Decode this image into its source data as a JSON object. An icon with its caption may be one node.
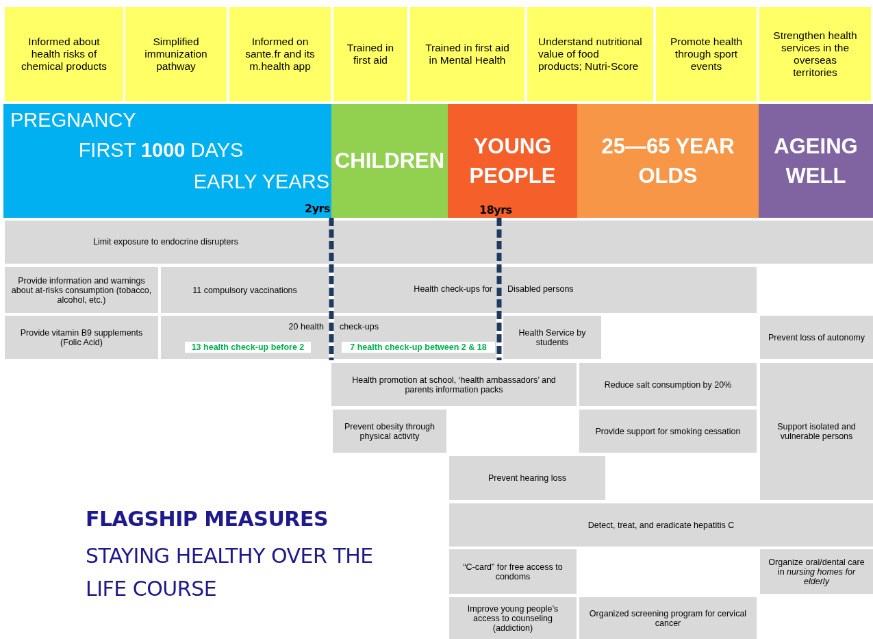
{
  "diagram": {
    "title": "FLAGSHIP MEASURES",
    "nodes": [
      {
        "text": [
          "Informed about health risks of chemical products"
        ]
      },
      {
        "text": [
          "Simplified immunization pathway"
        ]
      },
      {
        "text": [
          "Informed on sante.fr and its m.health app"
        ]
      },
      {
        "text": [
          "Trained in first aid"
        ]
      },
      {
        "text": [
          "Trained in first aid in Mental Health"
        ]
      },
      {
        "text": [
          "Understand nutritional value of food products; Nutri-Score"
        ]
      },
      {
        "text": [
          "Promote health through sport events"
        ]
      },
      {
        "text": [
          "Strengthen health services in the overseas territories"
        ]
      },
      {
        "text": [
          "PREGNANCY",
          "FIRST **1000** DAYS",
          "EARLY YEARS"
        ]
      },
      {
        "text": [
          "CHILDREN"
        ]
      },
      {
        "text": [
          "YOUNG PEOPLE"
        ]
      },
      {
        "text": [
          "25—65 YEAR OLDS"
        ]
      },
      {
        "text": [
          "AGEING WELL"
        ]
      },
      {
        "text": [
          "Limit exposure to endocrine disrupters"
        ]
      },
      {
        "text": [
          "Provide information and warnings about at-risks consumption (tobacco, alcohol, etc.)"
        ]
      },
      {
        "text": [
          "11 compulsory vaccinations"
        ]
      },
      {
        "text": [
          "Health check-ups for",
          "Disabled persons"
        ]
      },
      {
        "text": [
          "Provide vitamin B9 supplements (Folic Acid)"
        ]
      },
      {
        "text": [
          "20 health",
          "13 health check-up before 2"
        ]
      },
      {
        "text": [
          "check-ups",
          "7 health check-up between 2 & 18"
        ]
      },
      {
        "text": [
          "Health Service by students"
        ]
      },
      {
        "text": [
          "Prevent loss of autonomy"
        ]
      },
      {
        "text": [
          "Health promotion at school, ‘health ambassadors’ and parents information packs"
        ]
      },
      {
        "text": [
          "Reduce salt consumption by 20%"
        ]
      },
      {
        "text": [
          "Support isolated and vulnerable persons"
        ]
      },
      {
        "text": [
          "Prevent obesity through physical activity"
        ]
      },
      {
        "text": [
          "Provide support for smoking cessation"
        ]
      },
      {
        "text": [
          "Prevent hearing loss"
        ]
      },
      {
        "text": [
          "Detect, treat, and eradicate hepatitis C"
        ]
      },
      {
        "text": [
          "“C-card” for free access to condoms"
        ]
      },
      {
        "text": [
          "Organize oral/dental care in *nursing homes for elderly*"
        ]
      },
      {
        "text": [
          "Improve young people’s access to counseling (addiction)"
        ]
      },
      {
        "text": [
          "Organized screening program for cervical cancer"
        ]
      }
    ],
    "labels": [
      "2yrs",
      "18yrs",
      "STAYING HEALTHY OVER THE LIFE COURSE"
    ]
  }
}
